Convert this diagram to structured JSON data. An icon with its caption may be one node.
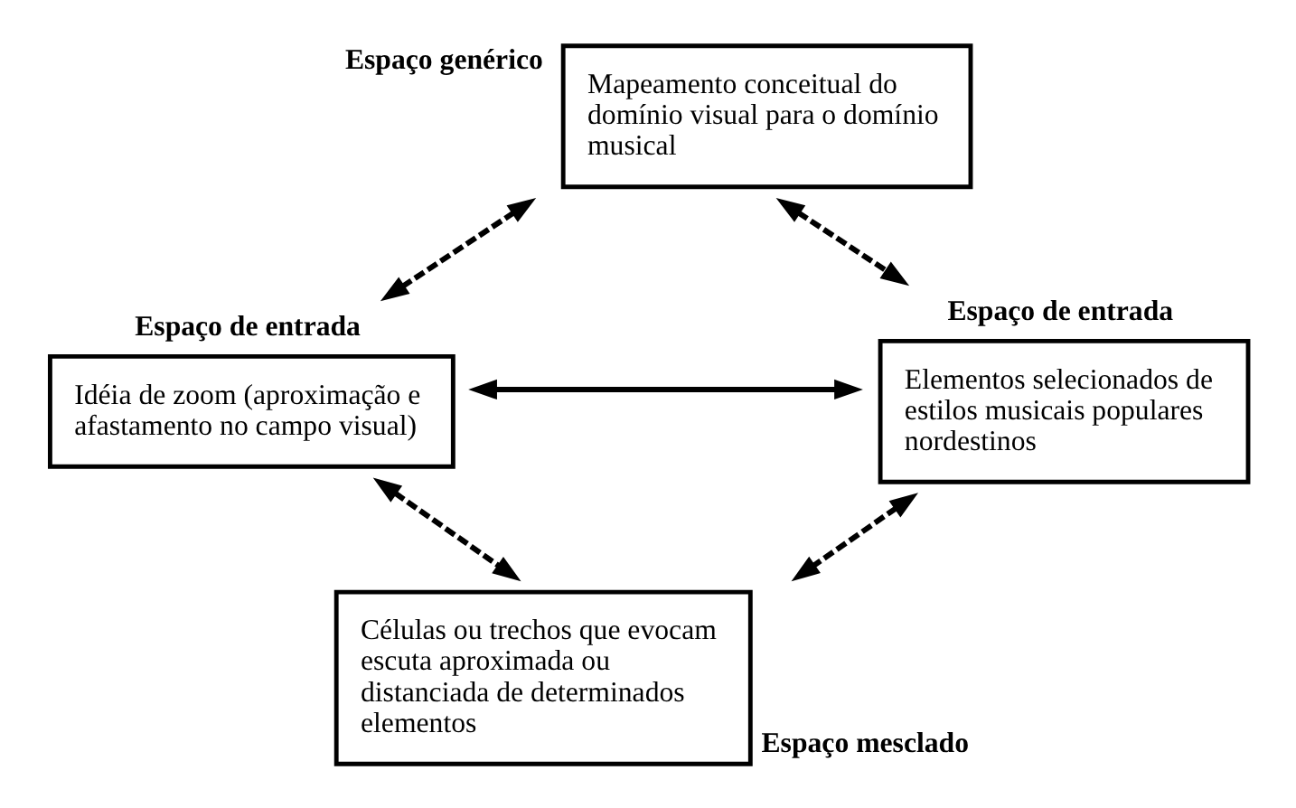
{
  "diagram": {
    "nodes": [
      {
        "text": [
          "Espaço genérico",
          "Mapeamento conceitual do domínio visual para o domínio musical"
        ]
      },
      {
        "text": [
          "Espaço de entrada",
          "Idéia de zoom (aproximação e afastamento no campo visual)"
        ]
      },
      {
        "text": [
          "Espaço de entrada",
          "Elementos selecionados de estilos musicais populares nordestinos"
        ]
      },
      {
        "text": [
          "Espaço mesclado",
          "Células ou trechos que evocam escuta aproximada ou distanciada de determinados elementos"
        ]
      }
    ],
    "edges": [
      {
        "from": 0,
        "to": 1,
        "arrow": "both",
        "style": "dashed"
      },
      {
        "from": 0,
        "to": 2,
        "arrow": "both",
        "style": "dashed"
      },
      {
        "from": 1,
        "to": 2,
        "arrow": "both"
      },
      {
        "from": 1,
        "to": 3,
        "arrow": "both",
        "style": "dashed"
      },
      {
        "from": 2,
        "to": 3,
        "arrow": "both",
        "style": "dashed"
      }
    ]
  }
}
